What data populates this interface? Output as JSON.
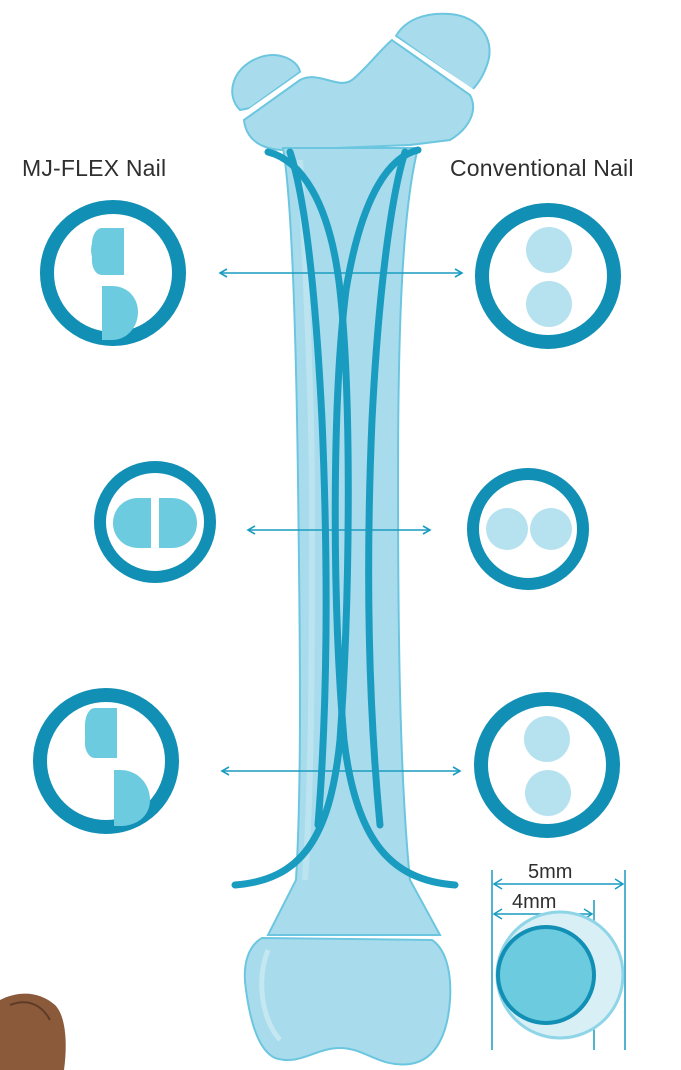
{
  "labels": {
    "left_title": "MJ-FLEX Nail",
    "right_title": "Conventional Nail"
  },
  "dimensions": {
    "outer": "5mm",
    "inner": "4mm"
  },
  "colors": {
    "bone_fill": "#a8dcec",
    "bone_light": "#c4e7f2",
    "bone_outline": "#6cc6e0",
    "nail_stroke": "#1a9cc0",
    "ring_stroke": "#118fb4",
    "dnail_fill": "#6dcbe0",
    "round_nail_fill": "#b6e2ef",
    "arrow": "#1a9cc0"
  }
}
